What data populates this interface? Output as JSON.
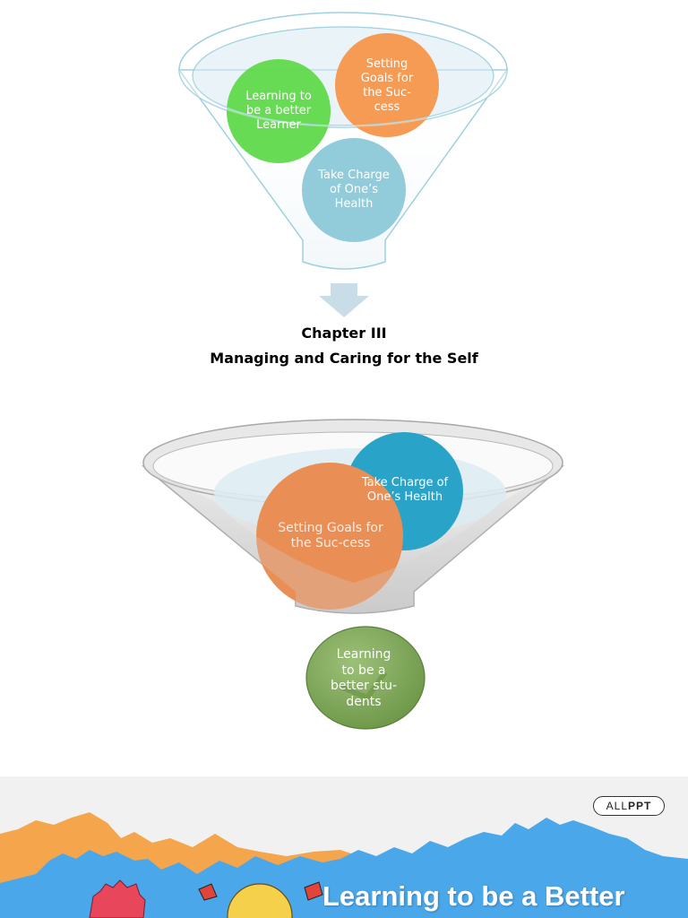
{
  "top_funnel": {
    "circles": [
      {
        "label": "Learning to be a better Learner",
        "color": "#5fd94a"
      },
      {
        "label": "Setting Goals for the Suc-cess",
        "color": "#f5964a"
      },
      {
        "label": "Take Charge of One’s Health",
        "color": "#8cc8d8"
      }
    ]
  },
  "chapter": {
    "title": "Chapter III",
    "subtitle": "Managing and Caring for the Self"
  },
  "bottom_funnel": {
    "circles": [
      {
        "label": "Take Charge of One’s Health",
        "color": "#2aa3c9"
      },
      {
        "label": "Setting Goals for the Suc-cess",
        "color": "#e98f56"
      }
    ],
    "output": {
      "label": "Learning to be a better stu-dents",
      "color": "#7fa85a"
    }
  },
  "banner": {
    "logo_prefix": "ALL",
    "logo_bold": "PPT",
    "title": "Learning to be a Better"
  }
}
